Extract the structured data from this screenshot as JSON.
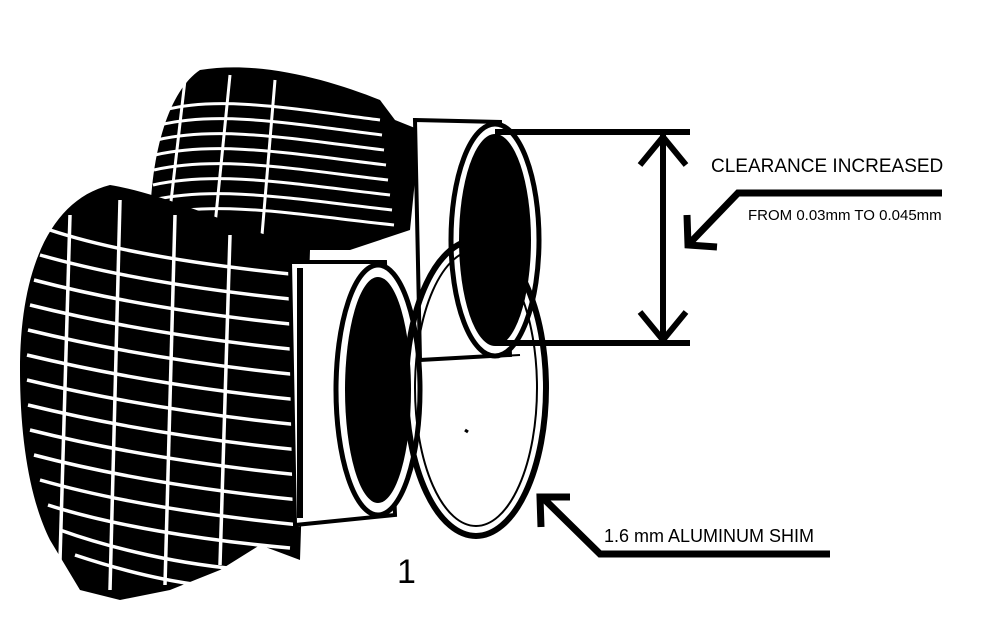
{
  "annotations": {
    "clearance_title": "CLEARANCE INCREASED",
    "clearance_detail": "FROM 0.03mm TO 0.045mm",
    "shim_label": "1.6 mm ALUMINUM SHIM",
    "figure_number": "1"
  },
  "colors": {
    "ink": "#000000",
    "paper": "#ffffff"
  }
}
